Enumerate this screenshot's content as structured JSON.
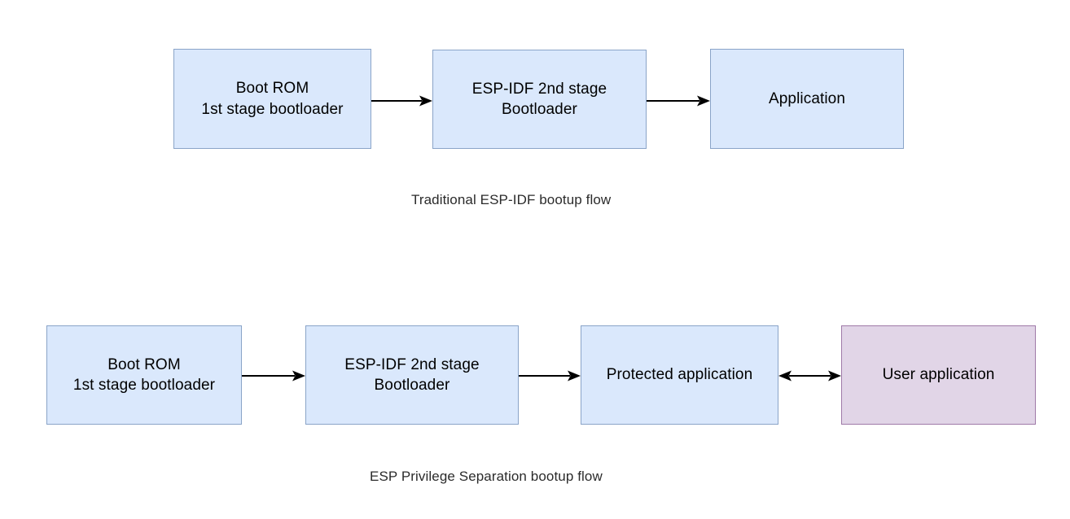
{
  "diagram": {
    "title_row1": "Traditional ESP-IDF bootup flow",
    "title_row2": "ESP Privilege Separation bootup flow",
    "colors": {
      "blue_fill": "#dae8fc",
      "blue_stroke": "#8aa4c8",
      "purple_fill": "#e1d5e7",
      "purple_stroke": "#9f7aa8",
      "edge": "#000000",
      "background": "#ffffff",
      "caption_text": "#2b2b2b"
    },
    "flows": [
      {
        "name": "traditional-esp-idf-bootup-flow",
        "caption": "Traditional ESP-IDF bootup flow",
        "nodes": [
          {
            "id": "boot-rom",
            "label": "Boot ROM\n1st stage bootloader",
            "style": "blue"
          },
          {
            "id": "second-stage-bootloader",
            "label": "ESP-IDF 2nd stage\nBootloader",
            "style": "blue"
          },
          {
            "id": "application",
            "label": "Application",
            "style": "blue"
          }
        ],
        "edges": [
          {
            "from": "boot-rom",
            "to": "second-stage-bootloader",
            "direction": "forward"
          },
          {
            "from": "second-stage-bootloader",
            "to": "application",
            "direction": "forward"
          }
        ]
      },
      {
        "name": "esp-privilege-separation-bootup-flow",
        "caption": "ESP Privilege Separation bootup flow",
        "nodes": [
          {
            "id": "boot-rom",
            "label": "Boot ROM\n1st stage bootloader",
            "style": "blue"
          },
          {
            "id": "second-stage-bootloader",
            "label": "ESP-IDF 2nd stage\nBootloader",
            "style": "blue"
          },
          {
            "id": "protected-application",
            "label": "Protected application",
            "style": "blue"
          },
          {
            "id": "user-application",
            "label": "User application",
            "style": "purple"
          }
        ],
        "edges": [
          {
            "from": "boot-rom",
            "to": "second-stage-bootloader",
            "direction": "forward"
          },
          {
            "from": "second-stage-bootloader",
            "to": "protected-application",
            "direction": "forward"
          },
          {
            "from": "protected-application",
            "to": "user-application",
            "direction": "bidirectional"
          }
        ]
      }
    ]
  }
}
